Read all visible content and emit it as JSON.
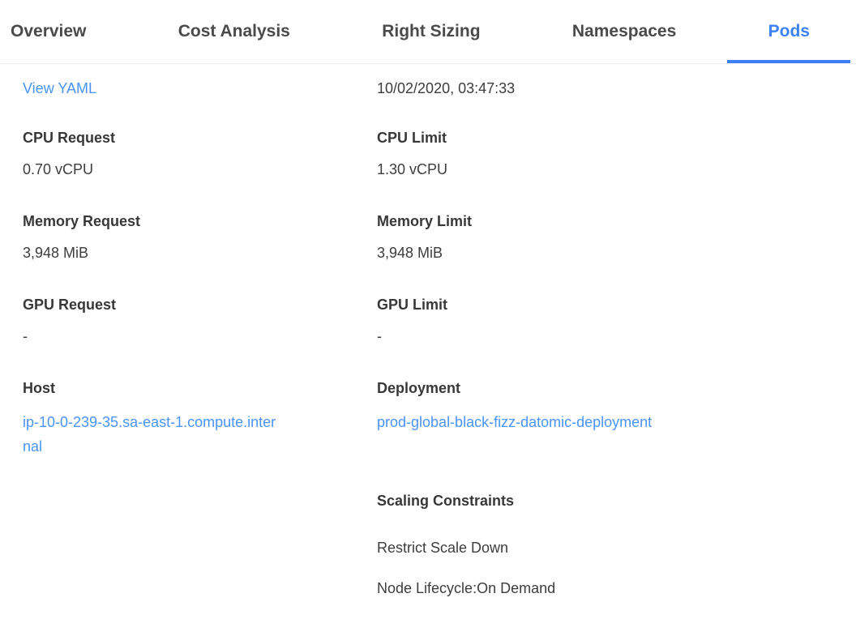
{
  "tabs": {
    "items": [
      {
        "label": "Overview",
        "active": false
      },
      {
        "label": "Cost Analysis",
        "active": false
      },
      {
        "label": "Right Sizing",
        "active": false
      },
      {
        "label": "Namespaces",
        "active": false
      },
      {
        "label": "Pods",
        "active": true
      }
    ]
  },
  "header": {
    "view_yaml_label": "View YAML",
    "timestamp": "10/02/2020, 03:47:33"
  },
  "details": {
    "left": [
      {
        "label": "CPU Request",
        "value": "0.70 vCPU"
      },
      {
        "label": "Memory Request",
        "value": "3,948 MiB"
      },
      {
        "label": "GPU Request",
        "value": "-"
      },
      {
        "label": "Host",
        "value": "ip-10-0-239-35.sa-east-1.compute.internal"
      }
    ],
    "right": [
      {
        "label": "CPU Limit",
        "value": "1.30 vCPU"
      },
      {
        "label": "Memory Limit",
        "value": "3,948 MiB"
      },
      {
        "label": "GPU Limit",
        "value": "-"
      },
      {
        "label": "Deployment",
        "value": "prod-global-black-fizz-datomic-deployment"
      }
    ],
    "scaling": {
      "label": "Scaling Constraints",
      "items": [
        "Restrict Scale Down",
        "Node Lifecycle:On Demand"
      ]
    }
  },
  "colors": {
    "accent_blue": "#3c82f6",
    "link_blue": "#4a94f7",
    "text_dark": "#3d3d3d",
    "tab_text": "#4a4a4a",
    "border_light": "#ececec"
  }
}
